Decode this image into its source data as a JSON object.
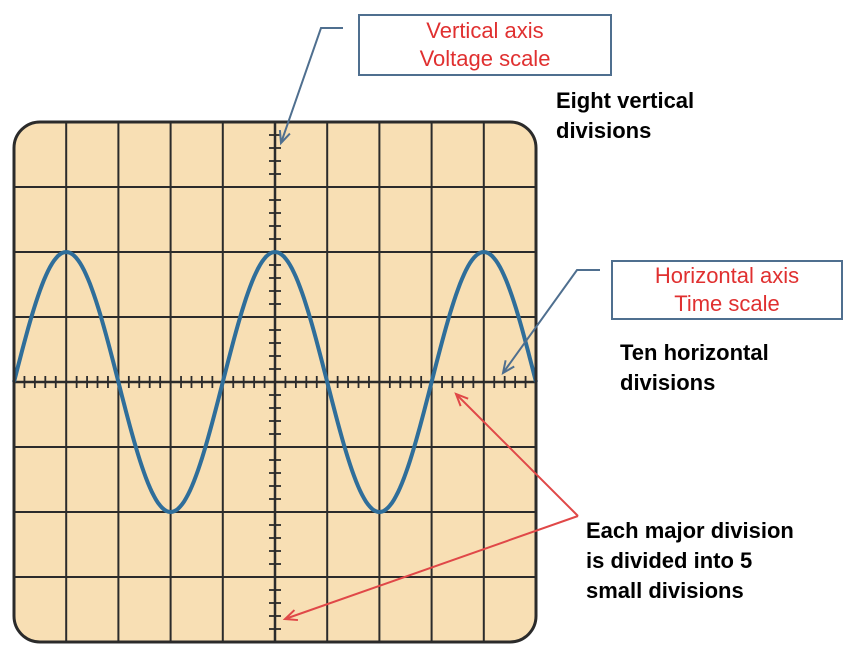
{
  "colors": {
    "screen_fill": "#f8dfb4",
    "grid_line": "#2b2b2b",
    "waveform": "#2f6e9a",
    "callout_text": "#e03030",
    "callout_border": "#4f6f8f",
    "pointer_blue": "#4f6f8f",
    "pointer_red": "#e04848"
  },
  "grid": {
    "major_horizontal_divisions": 10,
    "major_vertical_divisions": 8,
    "minor_per_major": 5
  },
  "waveform": {
    "shape": "sine",
    "cycles_on_screen": 2.5,
    "amplitude_divisions": 2
  },
  "callouts": {
    "vertical_axis": {
      "line1": "Vertical axis",
      "line2": "Voltage scale"
    },
    "horizontal_axis": {
      "line1": "Horizontal axis",
      "line2": "Time scale"
    }
  },
  "notes": {
    "vertical_divisions": {
      "line1": "Eight vertical",
      "line2": "divisions"
    },
    "horizontal_divisions": {
      "line1": "Ten horizontal",
      "line2": "divisions"
    },
    "minor_divisions": {
      "line1": "Each major division",
      "line2": "is divided into 5",
      "line3": "small divisions"
    }
  }
}
